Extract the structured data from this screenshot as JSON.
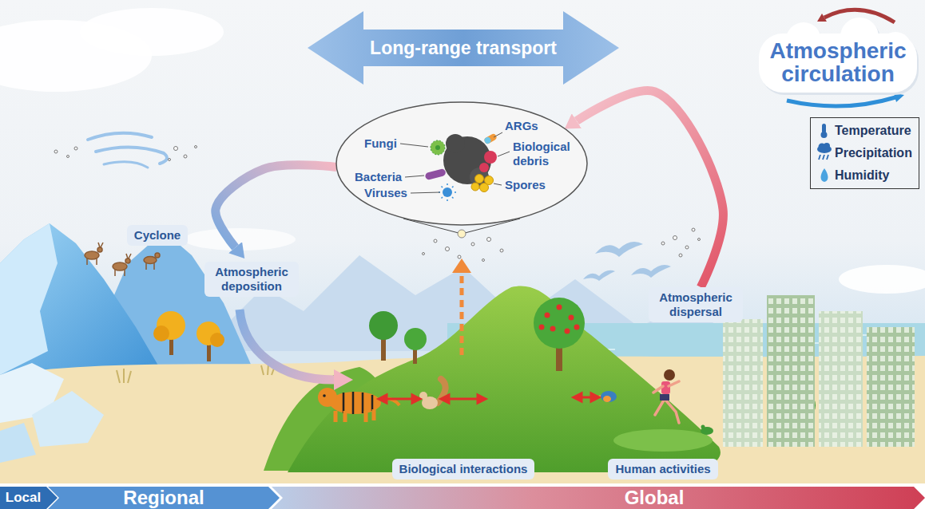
{
  "diagram": {
    "nodes": [
      {
        "text": [
          "Long-range transport"
        ]
      },
      {
        "text": [
          "Fungi",
          "ARGs",
          "Biological debris",
          "Bacteria",
          "Viruses",
          "Spores"
        ]
      },
      {
        "text": [
          "Atmospheric circulation"
        ]
      },
      {
        "text": [
          "Temperature",
          "Precipitation",
          "Humidity"
        ]
      },
      {
        "text": [
          "Cyclone"
        ]
      },
      {
        "text": [
          "Atmospheric deposition"
        ]
      },
      {
        "text": [
          "Atmospheric dispersal"
        ]
      },
      {
        "text": [
          "Biological interactions"
        ]
      },
      {
        "text": [
          "Human activities"
        ]
      },
      {
        "text": [
          "Local"
        ]
      },
      {
        "text": [
          "Regional"
        ]
      },
      {
        "text": [
          "Global"
        ]
      }
    ],
    "edges": [
      {
        "from": 1,
        "to": 5,
        "arrow": "to"
      },
      {
        "from": 6,
        "to": 1,
        "arrow": "to"
      }
    ]
  }
}
